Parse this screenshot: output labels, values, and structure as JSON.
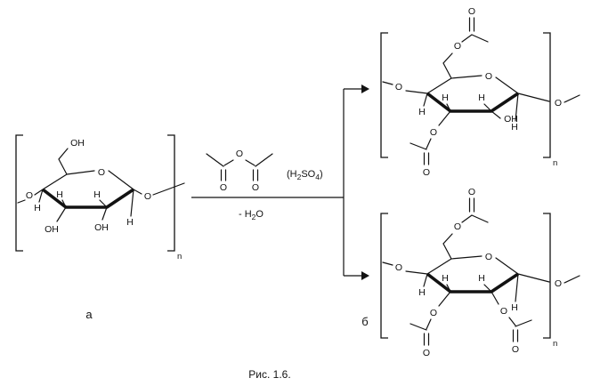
{
  "scheme": {
    "caption": "Рис. 1.6.",
    "label_a": "а",
    "label_b": "б",
    "subscript_n": "n",
    "catalyst": {
      "pre": "(H",
      "sub1": "2",
      "mid": "SO",
      "sub2": "4",
      "post": ")"
    },
    "byproduct": {
      "pre": "- H",
      "sub": "2",
      "post": "O"
    }
  },
  "atoms": {
    "O": "O",
    "H": "H",
    "OH": "OH"
  }
}
